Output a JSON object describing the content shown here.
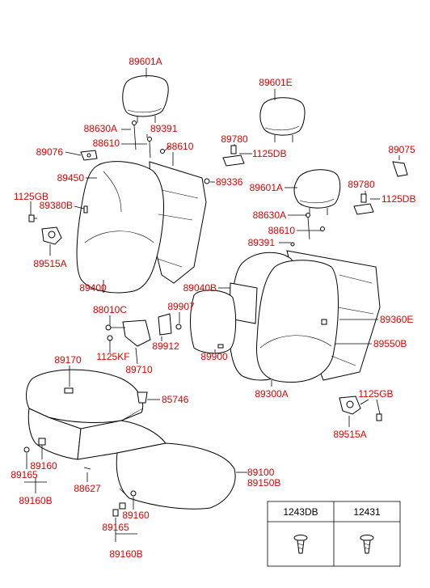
{
  "parts": {
    "p89601A_1": "89601A",
    "p88630A_1": "88630A",
    "p89391_1": "89391",
    "p88610_1": "88610",
    "p88610_1b": "88610",
    "p89076": "89076",
    "p89450": "89450",
    "p1125GB_1": "1125GB",
    "p89380B": "89380B",
    "p89515A_1": "89515A",
    "p89400": "89400",
    "p89336": "89336",
    "p89601E": "89601E",
    "p89780_1": "89780",
    "p1125DB_1": "1125DB",
    "p89075": "89075",
    "p89780_2": "89780",
    "p1125DB_2": "1125DB",
    "p89601A_2": "89601A",
    "p88630A_2": "88630A",
    "p88610_2": "88610",
    "p89391_2": "89391",
    "p89040B": "89040B",
    "p88010C": "88010C",
    "p89907": "89907",
    "p89912": "89912",
    "p1125KF": "1125KF",
    "p89710": "89710",
    "p89900": "89900",
    "p89360E": "89360E",
    "p89550B": "89550B",
    "p89300A": "89300A",
    "p89170": "89170",
    "p85746": "85746",
    "p1125GB_2": "1125GB",
    "p89515A_2": "89515A",
    "p89160_1": "89160",
    "p89165_1": "89165",
    "p89160B_1": "89160B",
    "p88627": "88627",
    "p89100": "89100",
    "p89150B": "89150B",
    "p89160_2": "89160",
    "p89165_2": "89165",
    "p89160B_2": "89160B"
  },
  "legend": {
    "col1": "1243DB",
    "col2": "12431"
  }
}
